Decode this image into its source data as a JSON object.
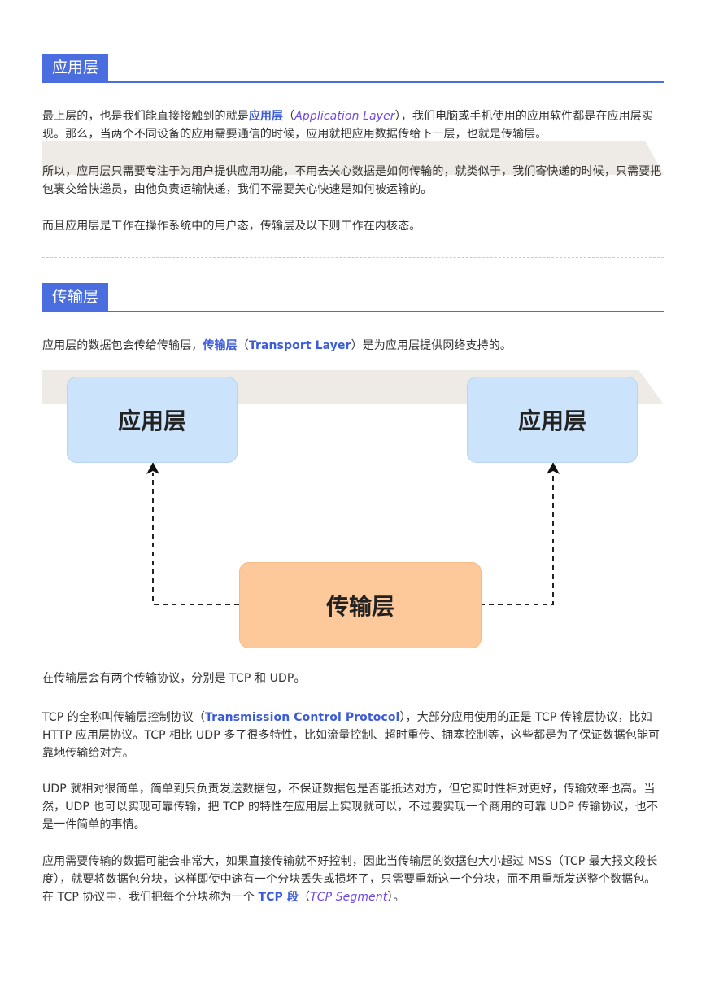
{
  "sections": [
    {
      "title": "应用层"
    },
    {
      "title": "传输层"
    }
  ],
  "p1": {
    "a": "最上层的，也是我们能直接接触到的就是",
    "term": "应用层",
    "open": "（",
    "en": "Application Layer",
    "close": "）",
    "b": "，我们电脑或手机使用的应用软件都是在应用层实现。那么，当两个不同设备的应用需要通信的时候，应用就把应用数据传给下一层，也就是传输层。"
  },
  "p2": "所以，应用层只需要专注于为用户提供应用功能，不用去关心数据是如何传输的，就类似于，我们寄快递的时候，只需要把包裹交给快递员，由他负责运输快递，我们不需要关心快速是如何被运输的。",
  "p3": "而且应用层是工作在操作系统中的用户态，传输层及以下则工作在内核态。",
  "p4": {
    "a": "应用层的数据包会传给传输层，",
    "term": "传输层",
    "open": "（",
    "en": "Transport Layer",
    "close": "）",
    "b": "是为应用层提供网络支持的。"
  },
  "diagram": {
    "left_box": "应用层",
    "right_box": "应用层",
    "bottom_box": "传输层"
  },
  "p5": "在传输层会有两个传输协议，分别是 TCP 和 UDP。",
  "p6": {
    "a": "TCP 的全称叫传输层控制协议（",
    "en": "Transmission Control Protocol",
    "b": "），大部分应用使用的正是 TCP 传输层协议，比如 HTTP 应用层协议。TCP 相比  UDP 多了很多特性，比如流量控制、超时重传、拥塞控制等，这些都是为了保证数据包能可靠地传输给对方。"
  },
  "p7": "UDP 就相对很简单，简单到只负责发送数据包，不保证数据包是否能抵达对方，但它实时性相对更好，传输效率也高。当然，UDP 也可以实现可靠传输，把 TCP 的特性在应用层上实现就可以，不过要实现一个商用的可靠 UDP 传输协议，也不是一件简单的事情。",
  "p8": {
    "a": "应用需要传输的数据可能会非常大，如果直接传输就不好控制，因此当传输层的数据包大小超过 MSS（TCP 最大报文段长度），就要将数据包分块，这样即使中途有一个分块丢失或损坏了，只需要重新这一个分块，而不用重新发送整个数据包。在 TCP 协议中，我们把每个分块称为一个 ",
    "term": "TCP 段",
    "open": "（",
    "en": "TCP Segment",
    "close": "）。"
  },
  "colors": {
    "accent": "#4a6ee0",
    "term": "#3b5bdb",
    "english_term": "#7048e8",
    "app_box": "#cce4fb",
    "transport_box": "#fdc99a"
  }
}
